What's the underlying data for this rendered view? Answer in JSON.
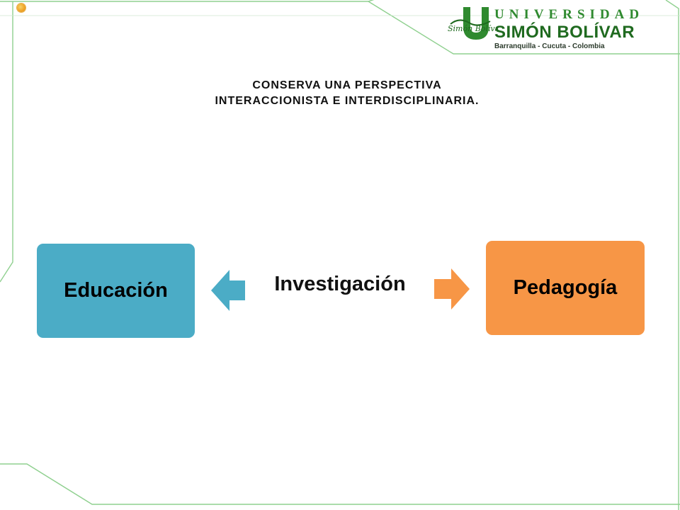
{
  "logo": {
    "script_text": "Simón Bolívar",
    "universidad": "UNIVERSIDAD",
    "name": "SIMÓN BOLÍVAR",
    "cities": "Barranquilla - Cucuta - Colombia"
  },
  "title": {
    "line1": "CONSERVA UNA PERSPECTIVA",
    "line2": "INTERACCIONISTA E INTERDISCIPLINARIA."
  },
  "diagram": {
    "left_box": "Educación",
    "center": "Investigación",
    "right_box": "Pedagogía"
  },
  "colors": {
    "frame_line": "#8fd08f",
    "logo_green": "#2f8a2f",
    "educacion_fill": "#4bacc6",
    "pedagogia_fill": "#f79646"
  }
}
